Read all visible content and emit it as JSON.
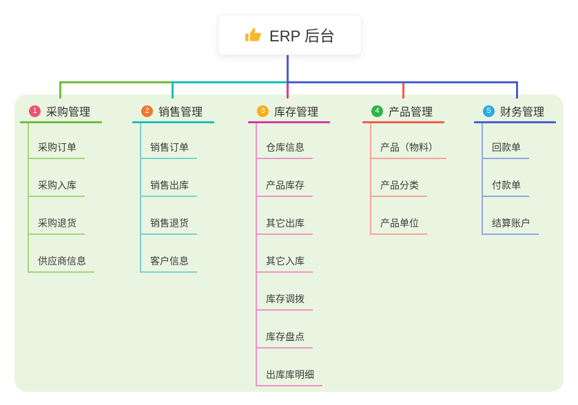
{
  "root": {
    "label": "ERP 后台",
    "icon": "thumbs-up-icon",
    "icon_color": "#f7b731",
    "connector_color": "#4a5fd0"
  },
  "panel_color": "#e9f5e0",
  "branches": [
    {
      "badge": "1",
      "label": "采购管理",
      "badge_color": "#f1506f",
      "line_color": "#6fbf3e",
      "child_line_color": "#a5d47d",
      "children": [
        "采购订单",
        "采购入库",
        "采购退货",
        "供应商信息"
      ]
    },
    {
      "badge": "2",
      "label": "销售管理",
      "badge_color": "#f0752f",
      "line_color": "#1ebfb8",
      "child_line_color": "#79d3cd",
      "children": [
        "销售订单",
        "销售出库",
        "销售退货",
        "客户信息"
      ]
    },
    {
      "badge": "3",
      "label": "库存管理",
      "badge_color": "#fbae17",
      "line_color": "#d6399e",
      "child_line_color": "#ee92c8",
      "children": [
        "仓库信息",
        "产品库存",
        "其它出库",
        "其它入库",
        "库存调拨",
        "库存盘点",
        "出库库明细"
      ]
    },
    {
      "badge": "4",
      "label": "产品管理",
      "badge_color": "#2fb34a",
      "line_color": "#f25b4f",
      "child_line_color": "#f7a29a",
      "children": [
        "产品（物料）",
        "产品分类",
        "产品单位"
      ]
    },
    {
      "badge": "5",
      "label": "财务管理",
      "badge_color": "#2caae2",
      "line_color": "#4a5fd0",
      "child_line_color": "#93a6e3",
      "children": [
        "回款单",
        "付款单",
        "结算账户"
      ]
    }
  ]
}
